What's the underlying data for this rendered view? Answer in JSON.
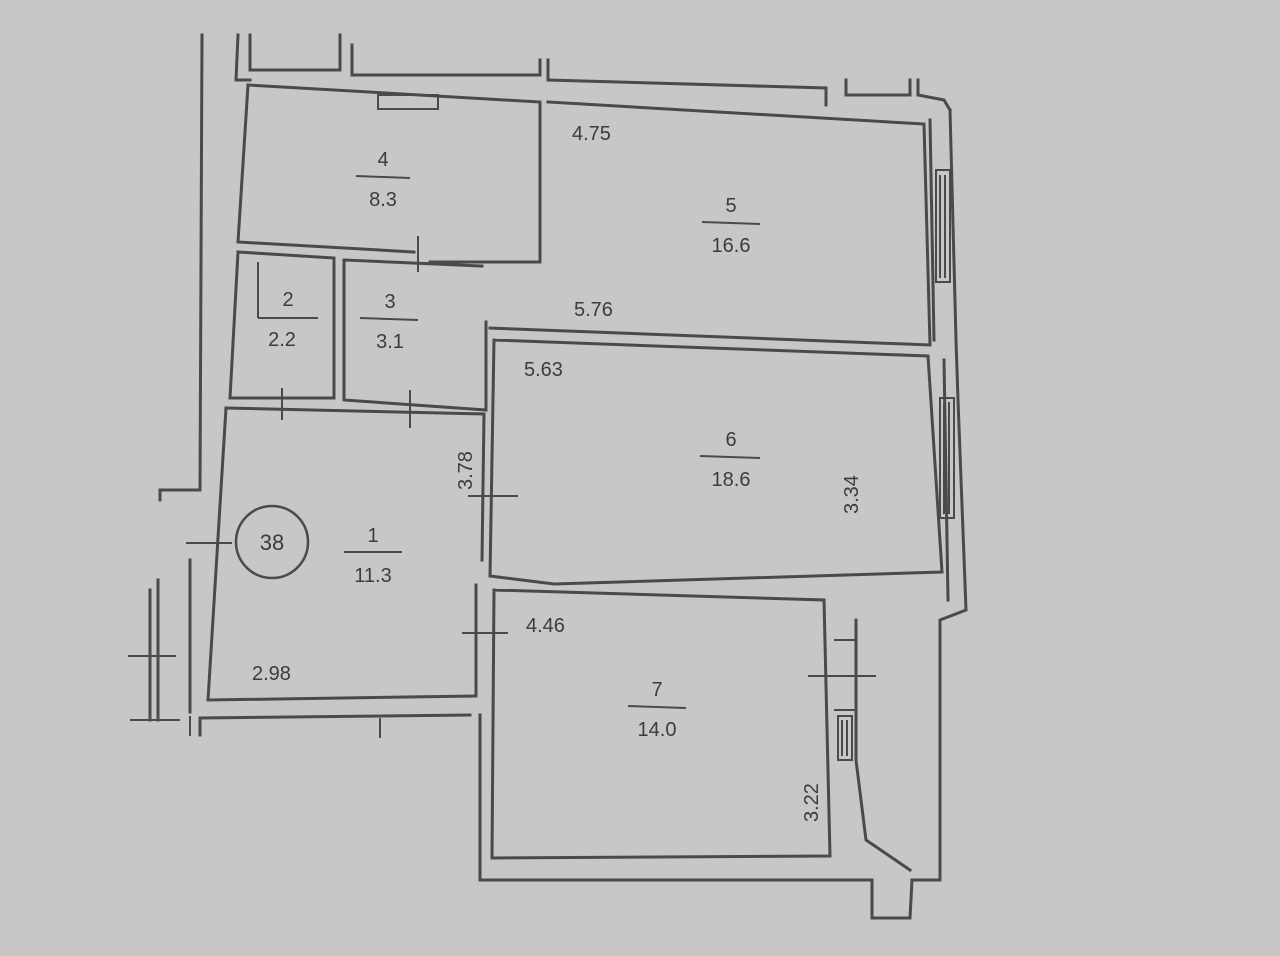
{
  "apartment_number": "38",
  "rooms": [
    {
      "id": "1",
      "number": "1",
      "area": "11.3"
    },
    {
      "id": "2",
      "number": "2",
      "area": "2.2"
    },
    {
      "id": "3",
      "number": "3",
      "area": "3.1"
    },
    {
      "id": "4",
      "number": "4",
      "area": "8.3"
    },
    {
      "id": "5",
      "number": "5",
      "area": "16.6"
    },
    {
      "id": "6",
      "number": "6",
      "area": "18.6"
    },
    {
      "id": "7",
      "number": "7",
      "area": "14.0"
    }
  ],
  "dimensions": {
    "d475": "4.75",
    "d576": "5.76",
    "d563": "5.63",
    "d378": "3.78",
    "d334": "3.34",
    "d446": "4.46",
    "d298": "2.98",
    "d322": "3.22"
  },
  "colors": {
    "paper": "#c9c7c5",
    "ink": "#4a4a4c"
  }
}
